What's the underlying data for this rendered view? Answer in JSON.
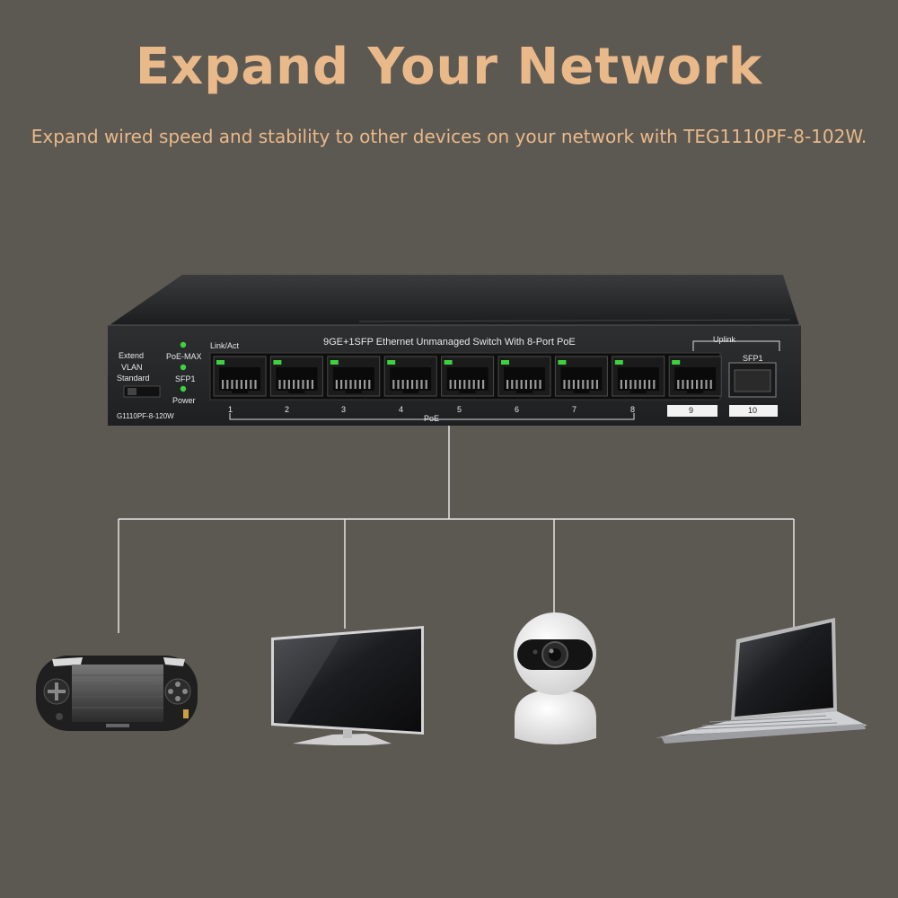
{
  "headline": "Expand Your Network",
  "subheadline": "Expand wired speed and stability to other devices on your network with TEG1110PF-8-102W.",
  "switch": {
    "mode_labels": [
      "Extend",
      "VLAN",
      "Standard"
    ],
    "led_labels": [
      "PoE-MAX",
      "SFP1",
      "Power"
    ],
    "model_label": "G1110PF-8-120W",
    "link_act_label": "Link/Act",
    "description": "9GE+1SFP Ethernet Unmanaged Switch With 8-Port PoE",
    "uplink_label": "Uplink",
    "sfp_label": "SFP1",
    "poe_label": "PoE",
    "port_numbers": [
      "1",
      "2",
      "3",
      "4",
      "5",
      "6",
      "7",
      "8"
    ],
    "uplink_port_number": "9",
    "sfp_port_number": "10"
  },
  "devices": [
    "handheld-game-console-icon",
    "monitor-icon",
    "security-camera-icon",
    "laptop-icon"
  ],
  "colors": {
    "background": "#5c5952",
    "accent": "#e9b98a",
    "port_led": "#3fd23f",
    "connector_line": "#e4e4e4"
  }
}
